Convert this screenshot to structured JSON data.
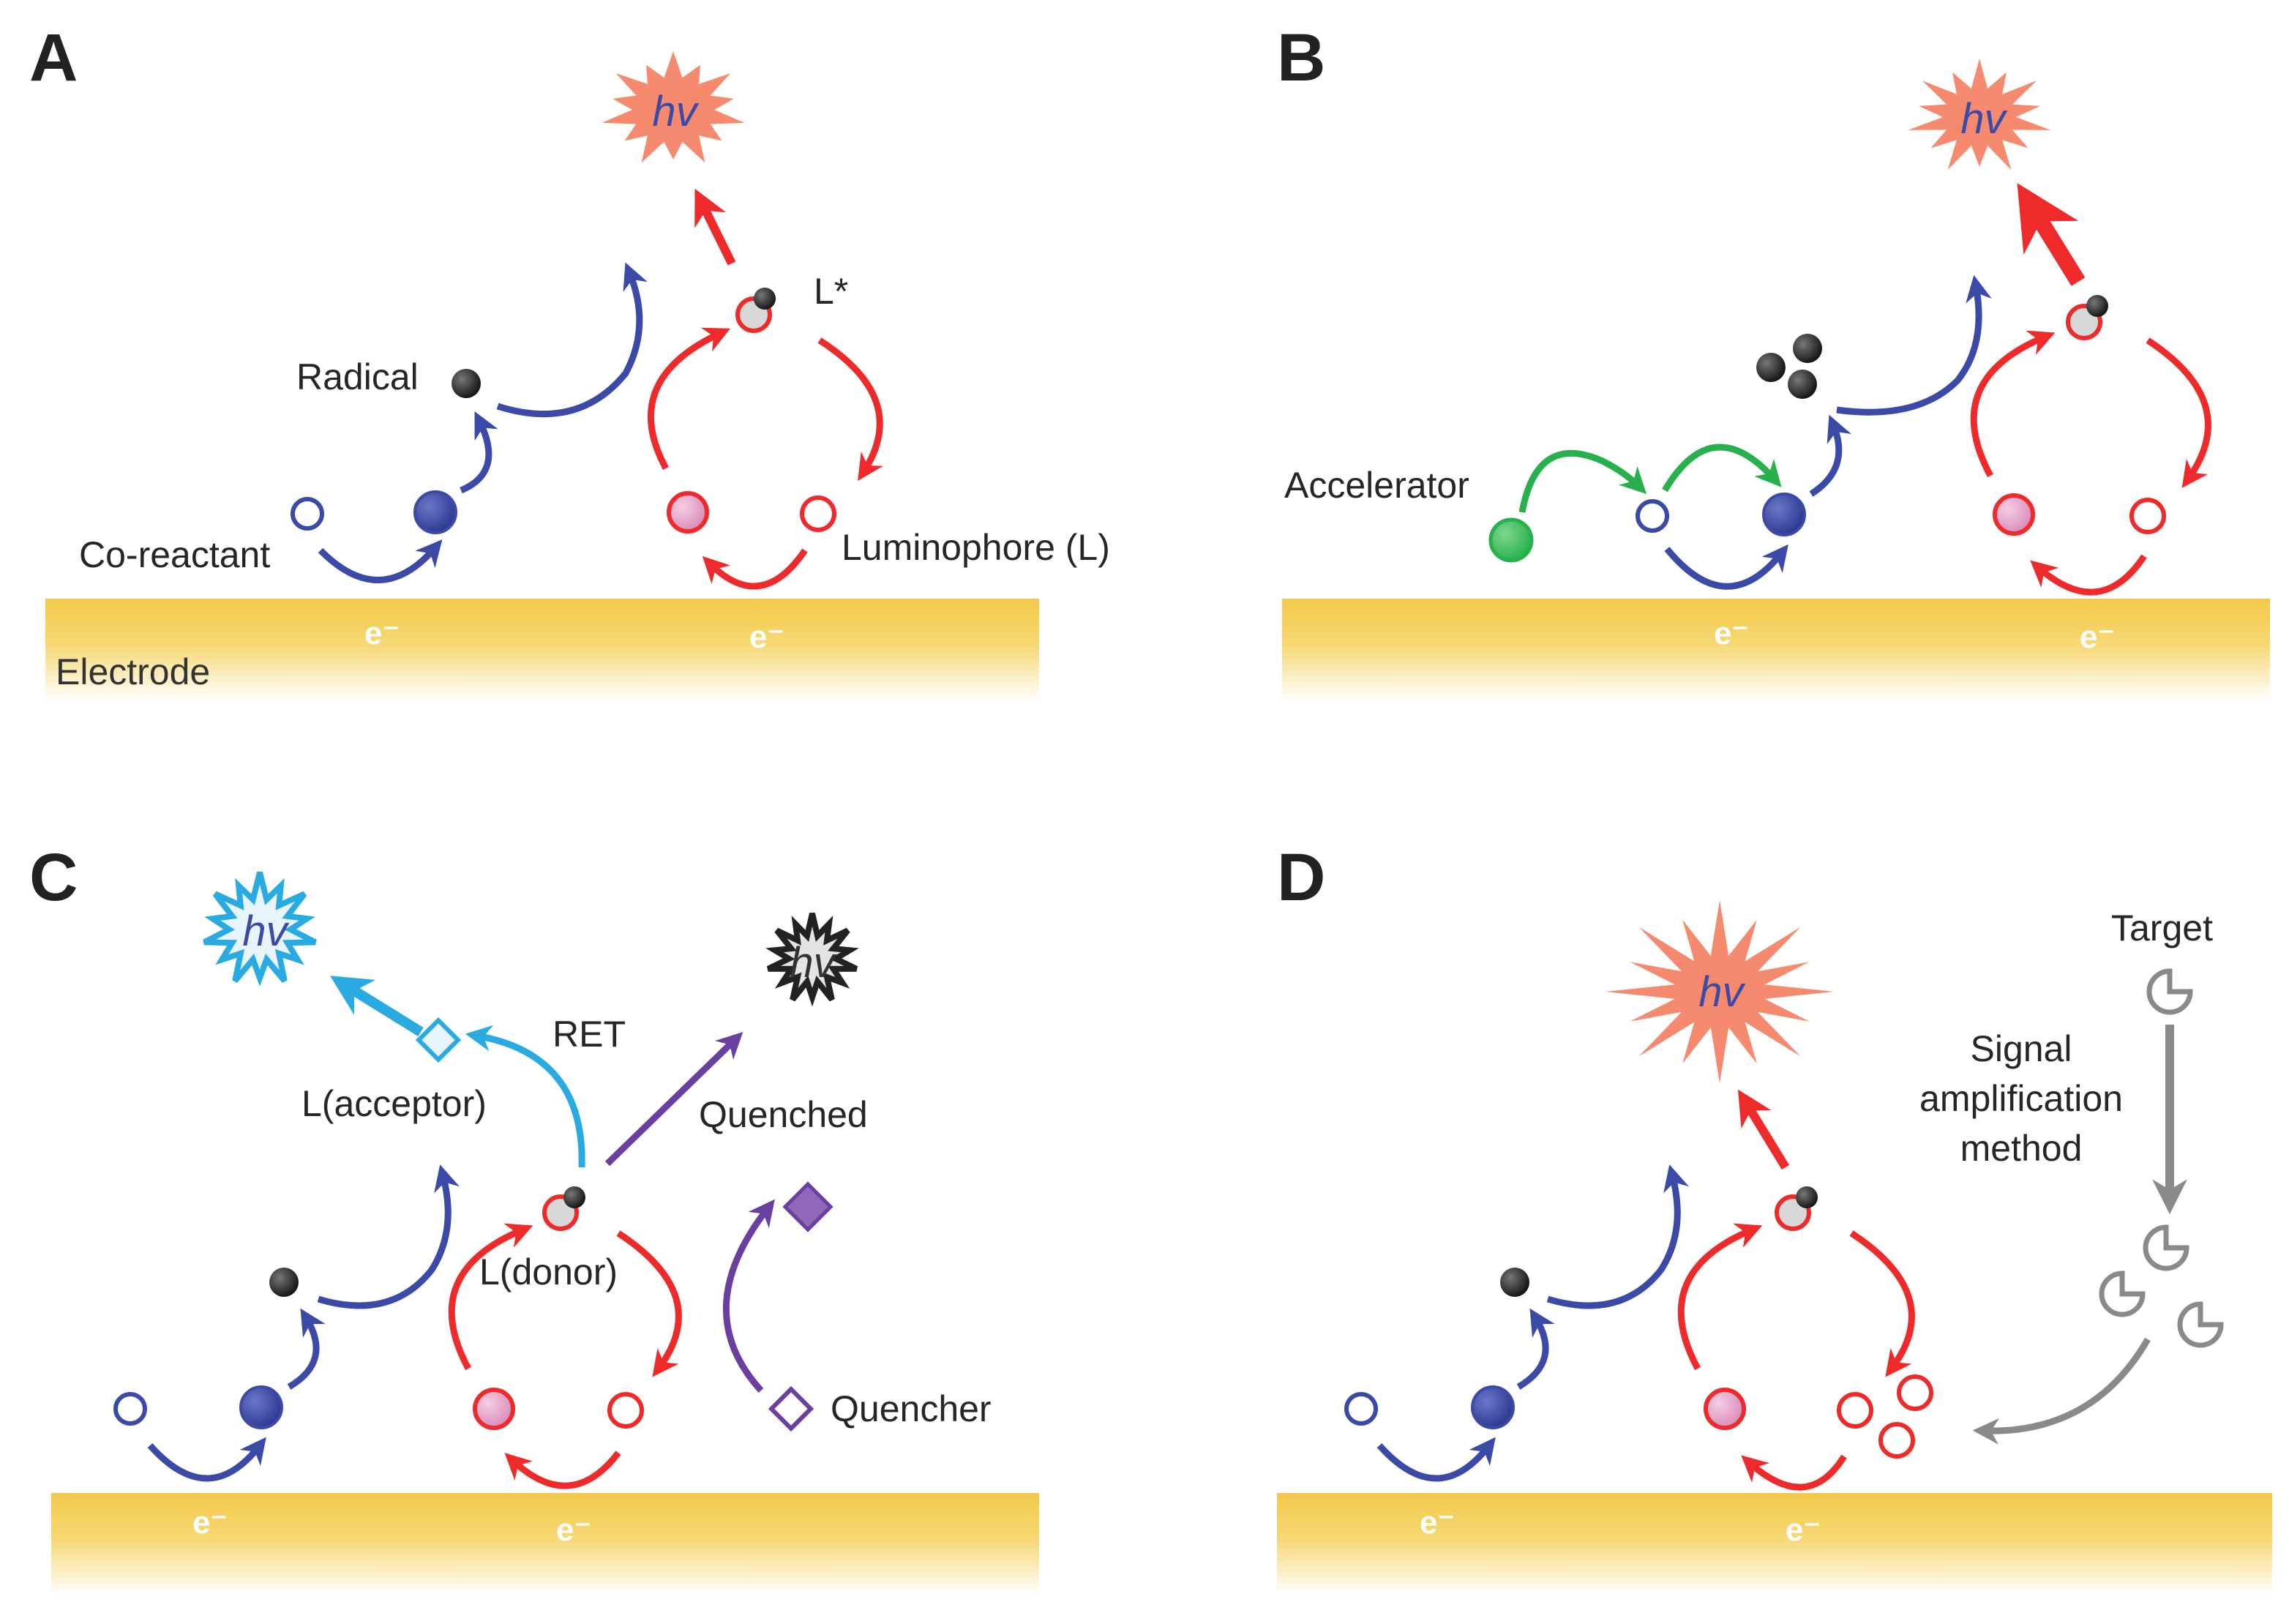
{
  "colors": {
    "electrode": "#f7d46a",
    "blue": "#3a4aa6",
    "red": "#ee2a2a",
    "orange_star": "#f58a6e",
    "green": "#27b04b",
    "cyan": "#29aae1",
    "purple": "#6b3fa0",
    "gray": "#8a8a8a",
    "pink": "#e3a0c8"
  },
  "panels": {
    "A": {
      "label": "A",
      "hv": "hv",
      "excited_label": "L*",
      "radical_label": "Radical",
      "coreactant_label": "Co-reactant",
      "luminophore_label": "Luminophore (L)",
      "electrode_label": "Electrode",
      "e1": "e⁻",
      "e2": "e⁻"
    },
    "B": {
      "label": "B",
      "hv": "hv",
      "accelerator_label": "Accelerator",
      "e1": "e⁻",
      "e2": "e⁻"
    },
    "C": {
      "label": "C",
      "hv_acceptor": "hv",
      "hv_quenched": "hv",
      "ret_label": "RET",
      "acceptor_label": "L(acceptor)",
      "quenched_label": "Quenched",
      "donor_label": "L(donor)",
      "quencher_label": "Quencher",
      "e1": "e⁻",
      "e2": "e⁻"
    },
    "D": {
      "label": "D",
      "hv": "hv",
      "target_label": "Target",
      "signal_line1": "Signal",
      "signal_line2": "amplification",
      "signal_line3": "method",
      "e1": "e⁻",
      "e2": "e⁻"
    }
  }
}
